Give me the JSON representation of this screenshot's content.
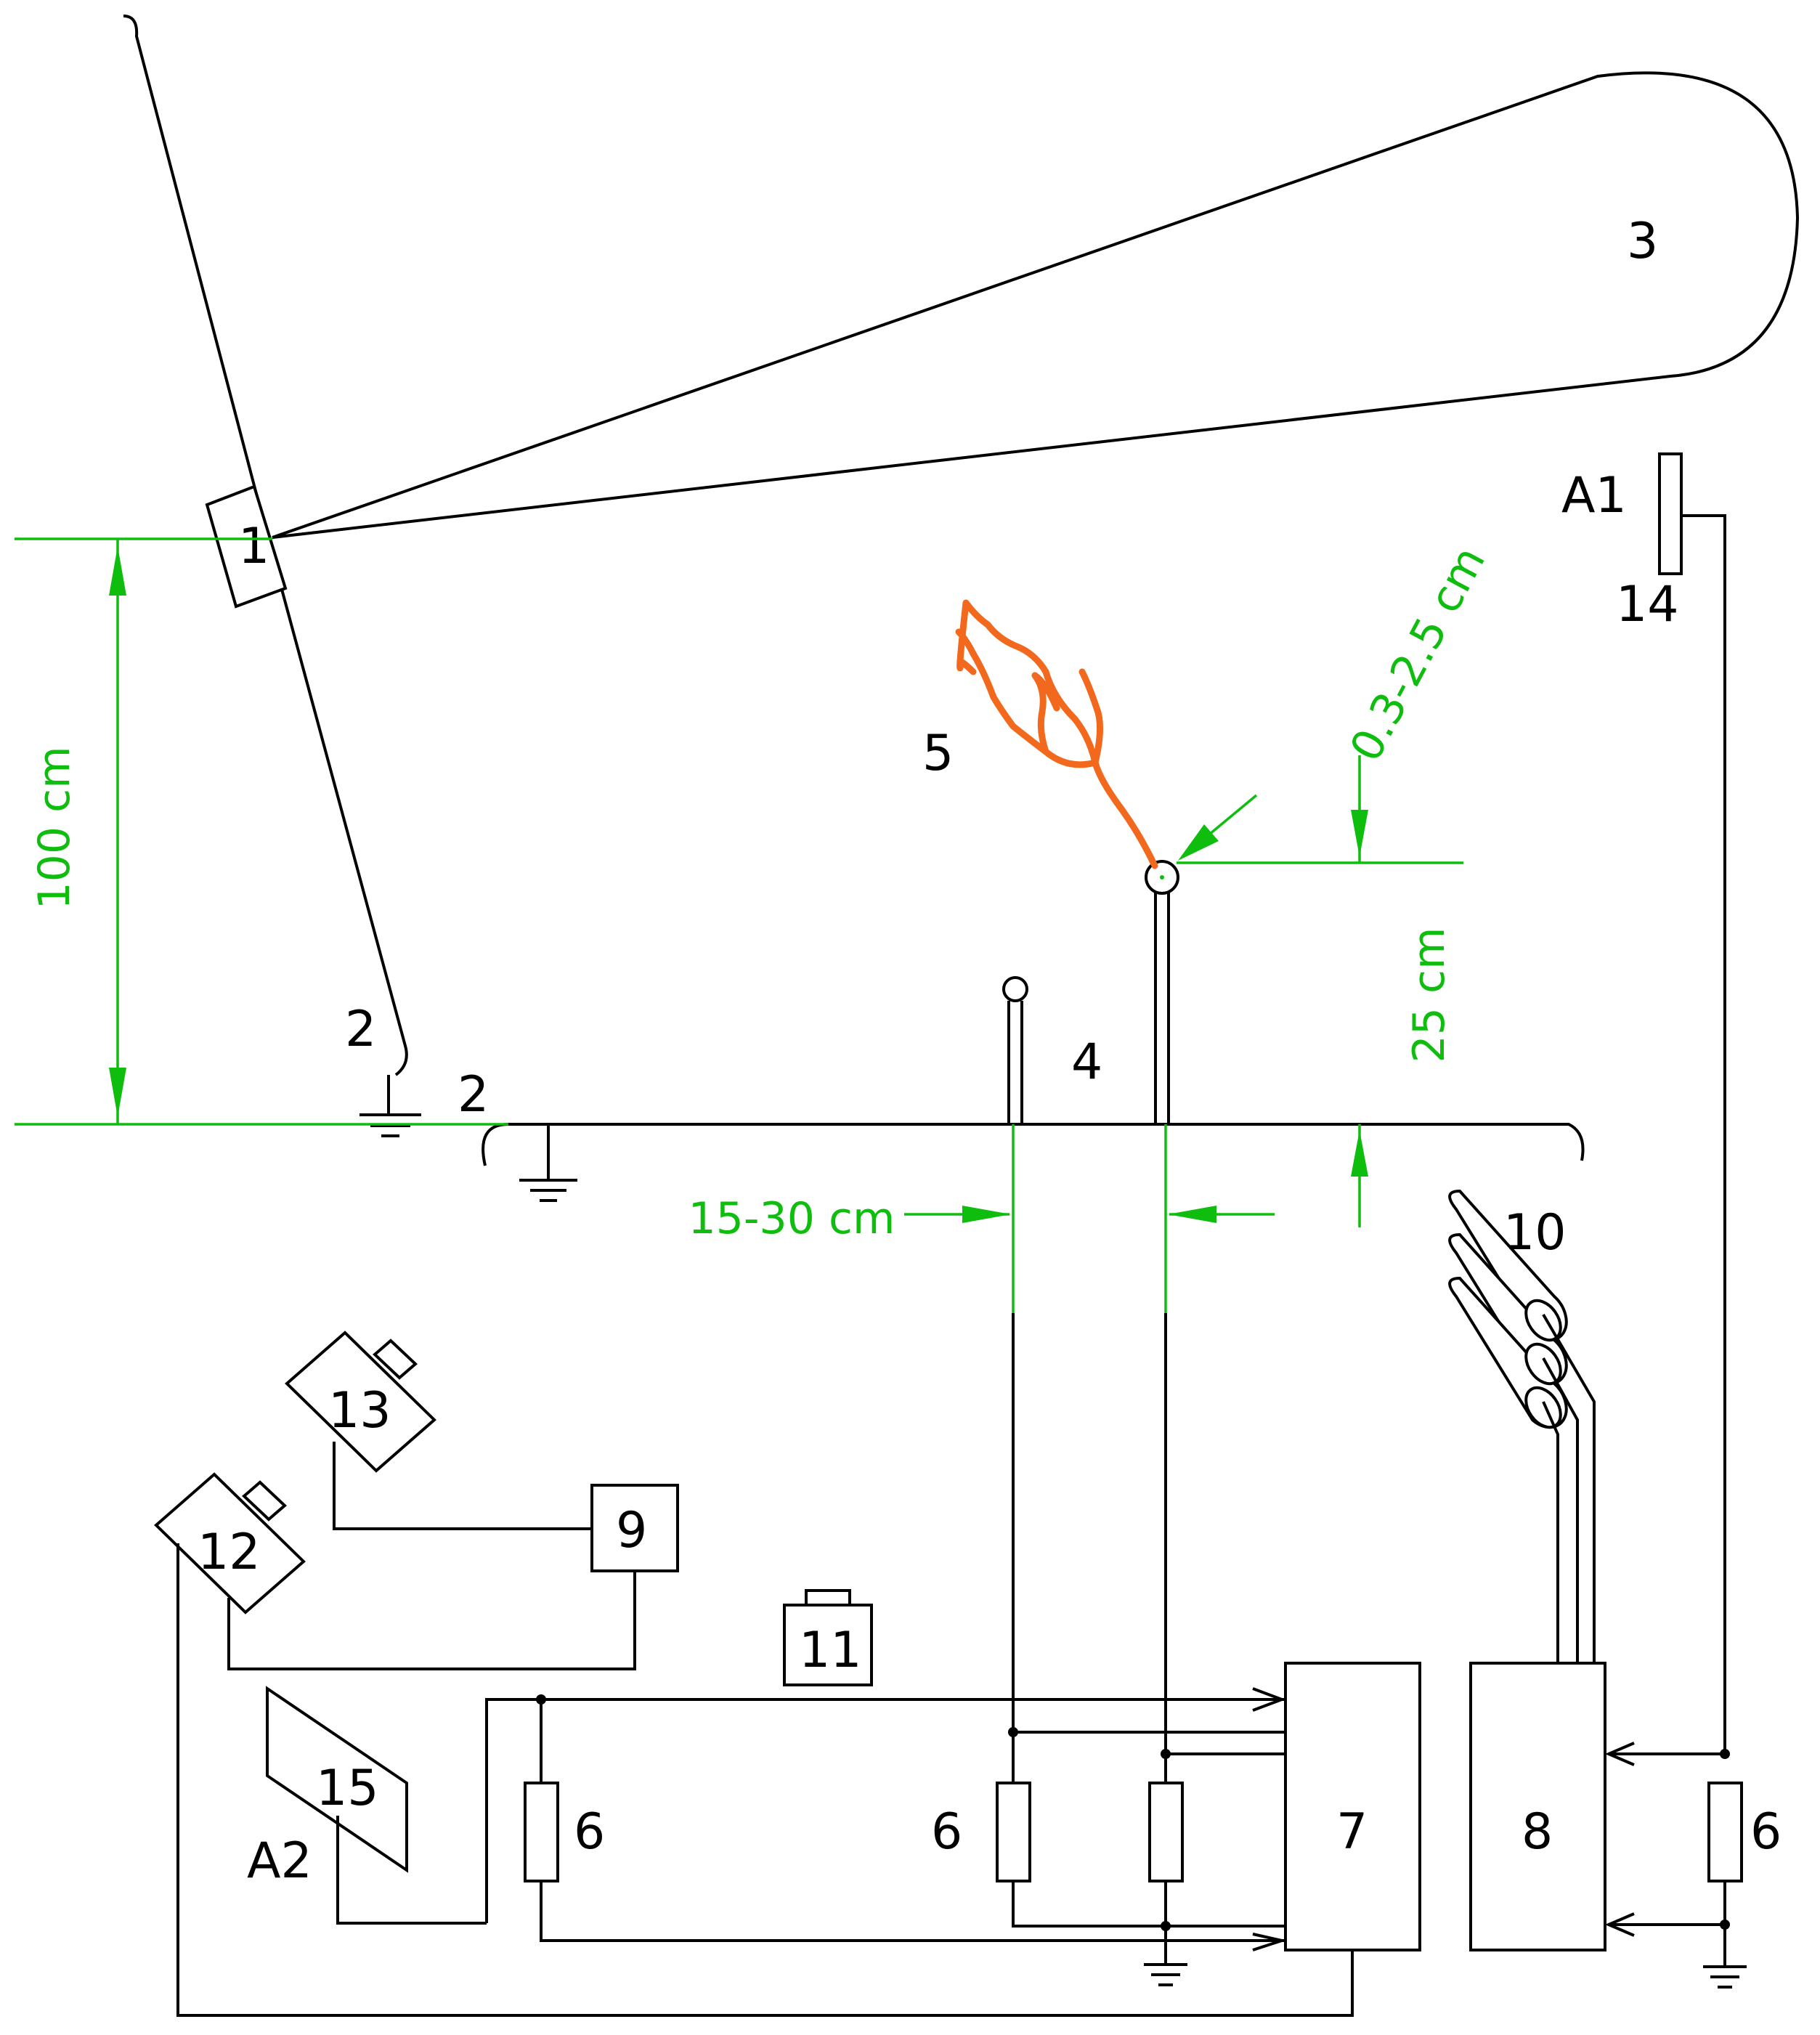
{
  "labels": {
    "n1": "1",
    "n2a": "2",
    "n2b": "2",
    "n3": "3",
    "n4": "4",
    "n5": "5",
    "n6a": "6",
    "n6b": "6",
    "n6c": "6",
    "n7": "7",
    "n8": "8",
    "n9": "9",
    "n10": "10",
    "n11": "11",
    "n12": "12",
    "n13": "13",
    "n14": "14",
    "n15": "15",
    "a1": "A1",
    "a2": "A2"
  },
  "dimensions": {
    "height_1m": "100 cm",
    "height_25": "25 cm",
    "gap_range": "0.3-2.5 cm",
    "spacing": "15-30 cm"
  },
  "colors": {
    "wiring": "#000000",
    "dimension": "#0fbd0f",
    "discharge": "#f2691e"
  }
}
